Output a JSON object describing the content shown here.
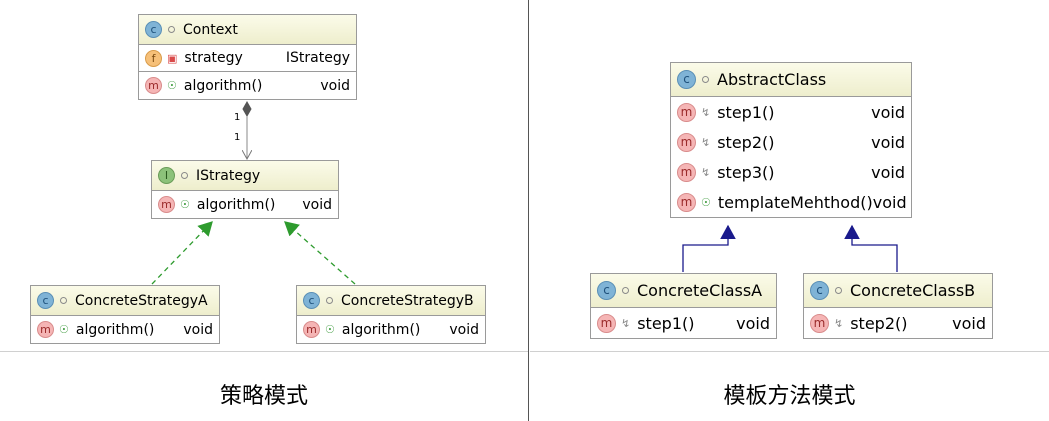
{
  "strategy_diagram": {
    "caption": "策略模式",
    "context": {
      "name": "Context",
      "fields": [
        {
          "name": "strategy",
          "type": "IStrategy"
        }
      ],
      "methods": [
        {
          "name": "algorithm()",
          "type": "void"
        }
      ]
    },
    "association": {
      "source_mult": "1",
      "target_mult": "1"
    },
    "istrategy": {
      "name": "IStrategy",
      "methods": [
        {
          "name": "algorithm()",
          "type": "void"
        }
      ]
    },
    "concrete_a": {
      "name": "ConcreteStrategyA",
      "methods": [
        {
          "name": "algorithm()",
          "type": "void"
        }
      ]
    },
    "concrete_b": {
      "name": "ConcreteStrategyB",
      "methods": [
        {
          "name": "algorithm()",
          "type": "void"
        }
      ]
    }
  },
  "template_diagram": {
    "caption": "模板方法模式",
    "abstract_class": {
      "name": "AbstractClass",
      "methods": [
        {
          "name": "step1()",
          "type": "void"
        },
        {
          "name": "step2()",
          "type": "void"
        },
        {
          "name": "step3()",
          "type": "void"
        },
        {
          "name": "templateMehthod()",
          "type": "void"
        }
      ]
    },
    "concrete_a": {
      "name": "ConcreteClassA",
      "methods": [
        {
          "name": "step1()",
          "type": "void"
        }
      ]
    },
    "concrete_b": {
      "name": "ConcreteClassB",
      "methods": [
        {
          "name": "step2()",
          "type": "void"
        }
      ]
    }
  },
  "icons": {
    "class_badge": "c-class-icon",
    "interface_badge": "i-interface-icon",
    "method_badge": "m-method-icon",
    "field_badge": "f-field-icon",
    "public_vis": "green-unlock-icon",
    "private_vis": "red-lock-icon",
    "protected_vis": "grey-key-icon"
  },
  "colors": {
    "header_fill": "#f4f4d8",
    "border": "#9a9a9a",
    "realization_arrow": "#2e9b2e",
    "inheritance_arrow": "#1a1a8c"
  }
}
